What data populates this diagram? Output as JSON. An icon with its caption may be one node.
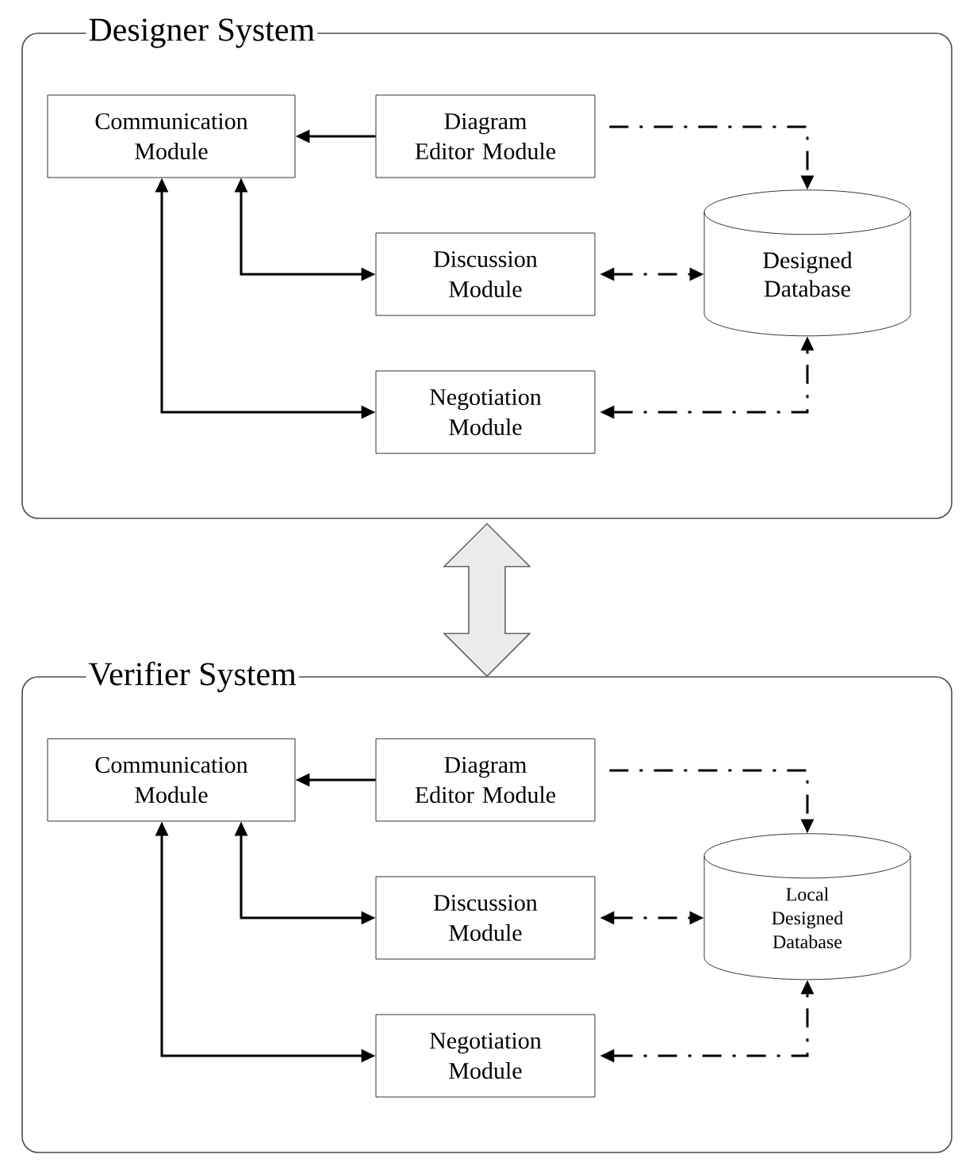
{
  "diagram": {
    "nodes": [
      {
        "text": [
          "Designer System"
        ]
      },
      {
        "text": [
          "Communication Module"
        ],
        "in": 0
      },
      {
        "text": [
          "Diagram Editor Module"
        ],
        "in": 0
      },
      {
        "text": [
          "Discussion Module"
        ],
        "in": 0
      },
      {
        "text": [
          "Negotiation Module"
        ],
        "in": 0
      },
      {
        "text": [
          "Designed Database"
        ],
        "in": 0
      },
      {
        "text": [
          "Verifier System"
        ]
      },
      {
        "text": [
          "Communication Module"
        ],
        "in": 6
      },
      {
        "text": [
          "Diagram Editor Module"
        ],
        "in": 6
      },
      {
        "text": [
          "Discussion Module"
        ],
        "in": 6
      },
      {
        "text": [
          "Negotiation Module"
        ],
        "in": 6
      },
      {
        "text": [
          "Local Designed Database"
        ],
        "in": 6
      }
    ],
    "edges": [
      {
        "from": 2,
        "to": 1,
        "arrow": "to"
      },
      {
        "from": 1,
        "to": 3,
        "arrow": "both"
      },
      {
        "from": 1,
        "to": 4,
        "arrow": "both"
      },
      {
        "from": 2,
        "to": 5,
        "arrow": "to",
        "style": "dashed"
      },
      {
        "from": 3,
        "to": 5,
        "arrow": "both",
        "style": "dashed"
      },
      {
        "from": 4,
        "to": 5,
        "arrow": "both",
        "style": "dashed"
      },
      {
        "from": 8,
        "to": 7,
        "arrow": "to"
      },
      {
        "from": 7,
        "to": 9,
        "arrow": "both"
      },
      {
        "from": 7,
        "to": 10,
        "arrow": "both"
      },
      {
        "from": 8,
        "to": 11,
        "arrow": "to",
        "style": "dashed"
      },
      {
        "from": 9,
        "to": 11,
        "arrow": "both",
        "style": "dashed"
      },
      {
        "from": 10,
        "to": 11,
        "arrow": "both",
        "style": "dashed"
      },
      {
        "from": 0,
        "to": 6,
        "arrow": "both",
        "style": "thick"
      }
    ]
  }
}
